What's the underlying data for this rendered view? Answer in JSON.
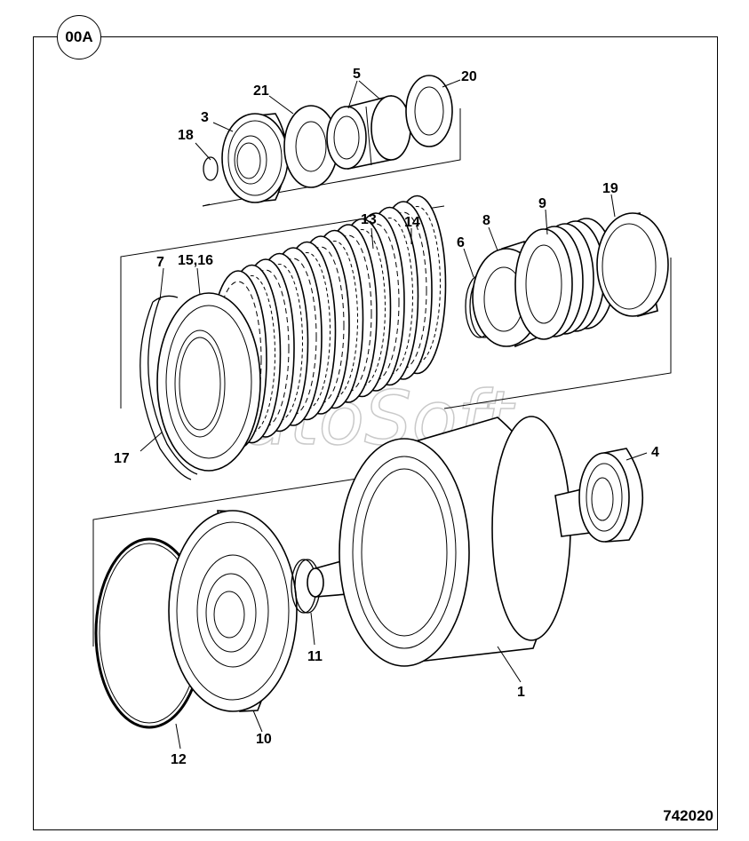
{
  "badge": "00A",
  "drawing_number": "742020",
  "watermark": "AutoSoft",
  "callouts": {
    "c1": "1",
    "c3": "3",
    "c4": "4",
    "c5": "5",
    "c6": "6",
    "c7": "7",
    "c8": "8",
    "c9": "9",
    "c10": "10",
    "c11": "11",
    "c12": "12",
    "c13": "13",
    "c14": "14",
    "c1516": "15,16",
    "c17": "17",
    "c18": "18",
    "c19": "19",
    "c20": "20",
    "c21": "21"
  }
}
